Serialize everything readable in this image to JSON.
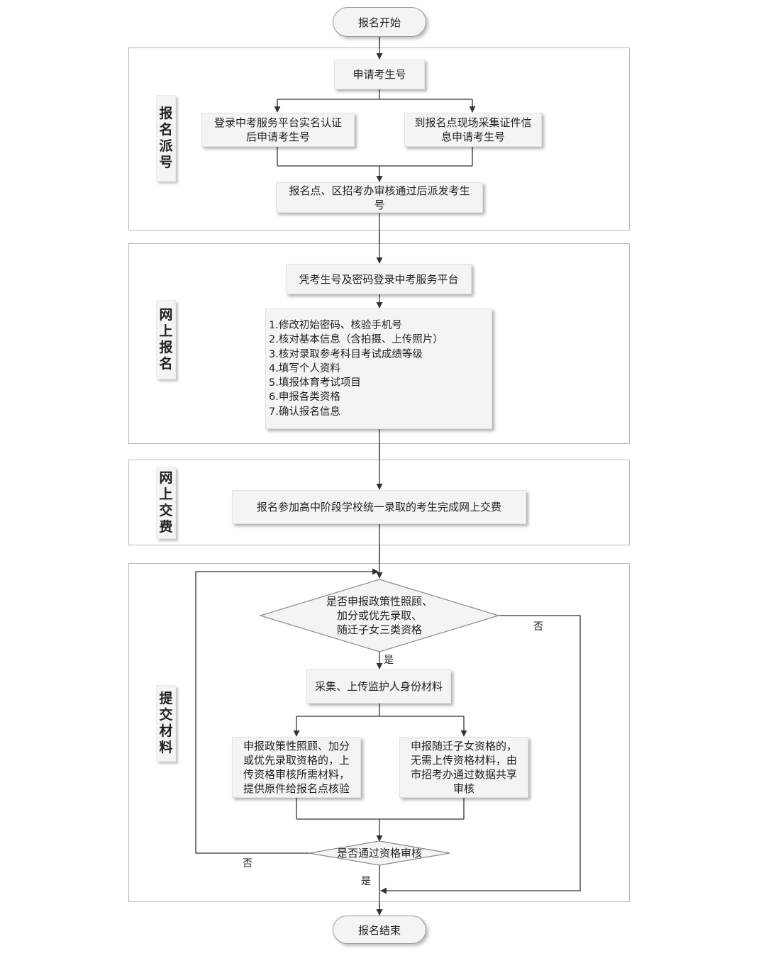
{
  "start": "报名开始",
  "end": "报名结束",
  "sections": {
    "s1": {
      "label": "报名派号"
    },
    "s2": {
      "label": "网上报名"
    },
    "s3": {
      "label": "网上交费"
    },
    "s4": {
      "label": "提交材料"
    }
  },
  "steps": {
    "apply_number": "申请考生号",
    "online_apply": [
      "登录中考服务平台实名认证",
      "后申请考生号"
    ],
    "onsite_apply": [
      "到报名点现场采集证件信",
      "息申请考生号"
    ],
    "assign": [
      "报名点、区招考办审核通过后派发考生",
      "号"
    ],
    "login": "凭考生号及密码登录中考服务平台",
    "tasks": [
      "1.修改初始密码、核验手机号",
      "2.核对基本信息（含拍摄、上传照片）",
      "3.核对录取参考科目考试成绩等级",
      "4.填写个人资料",
      "5.填报体育考试项目",
      "6.申报各类资格",
      "7.确认报名信息"
    ],
    "payment": "报名参加高中阶段学校统一录取的考生完成网上交费",
    "collect": "采集、上传监护人身份材料",
    "policy": [
      "申报政策性照顾、加分",
      "或优先录取资格的，上",
      "传资格审核所需材料，",
      "提供原件给报名点核验"
    ],
    "migrant": [
      "申报随迁子女资格的，",
      "无需上传资格材料，由",
      "市招考办通过数据共享",
      "审核"
    ]
  },
  "decisions": {
    "qualify": [
      "是否申报政策性照顾、",
      "加分或优先录取、",
      "随迁子女三类资格"
    ],
    "pass": "是否通过资格审核"
  },
  "edge_labels": {
    "yes": "是",
    "no": "否"
  }
}
